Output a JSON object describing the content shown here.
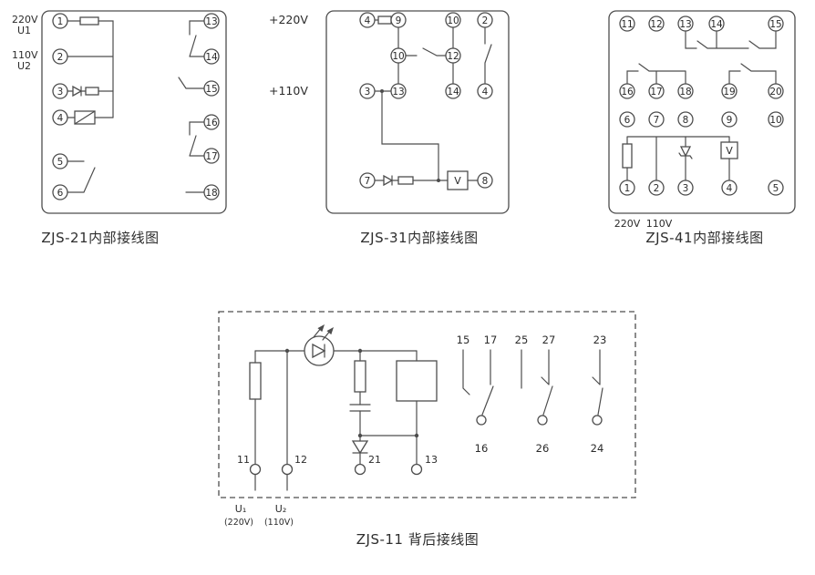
{
  "captions": {
    "zjs21": "ZJS-21内部接线图",
    "zjs31": "ZJS-31内部接线图",
    "zjs41": "ZJS-41内部接线图",
    "zjs11": "ZJS-11 背后接线图"
  },
  "zjs21": {
    "volt_labels": [
      "220V",
      "U1",
      "110V",
      "U2"
    ],
    "left_terminals": [
      "1",
      "2",
      "3",
      "4",
      "5",
      "6"
    ],
    "right_terminals": [
      "13",
      "14",
      "15",
      "16",
      "17",
      "18"
    ]
  },
  "zjs31": {
    "volt_top": "+220V",
    "volt_mid": "+110V",
    "row1": [
      "4",
      "9",
      "10",
      "2"
    ],
    "row2": [
      "10",
      "12"
    ],
    "row3": [
      "3",
      "13",
      "14",
      "4"
    ],
    "row4": [
      "7",
      "8"
    ],
    "meter": "V"
  },
  "zjs41": {
    "rows": [
      [
        "11",
        "12",
        "13",
        "14",
        "15"
      ],
      [
        "16",
        "17",
        "18",
        "19",
        "20"
      ],
      [
        "6",
        "7",
        "8",
        "9",
        "10"
      ],
      [
        "1",
        "2",
        "3",
        "4",
        "5"
      ]
    ],
    "bottom_labels": [
      "220V",
      "110V"
    ],
    "meter": "V"
  },
  "zjs11": {
    "terminals": [
      "11",
      "12",
      "21",
      "13"
    ],
    "u1": "U₁",
    "u1_volt": "(220V)",
    "u2": "U₂",
    "u2_volt": "(110V)",
    "contact_top": [
      "15",
      "17",
      "25",
      "27",
      "23"
    ],
    "contact_bottom": [
      "16",
      "26",
      "24"
    ]
  }
}
